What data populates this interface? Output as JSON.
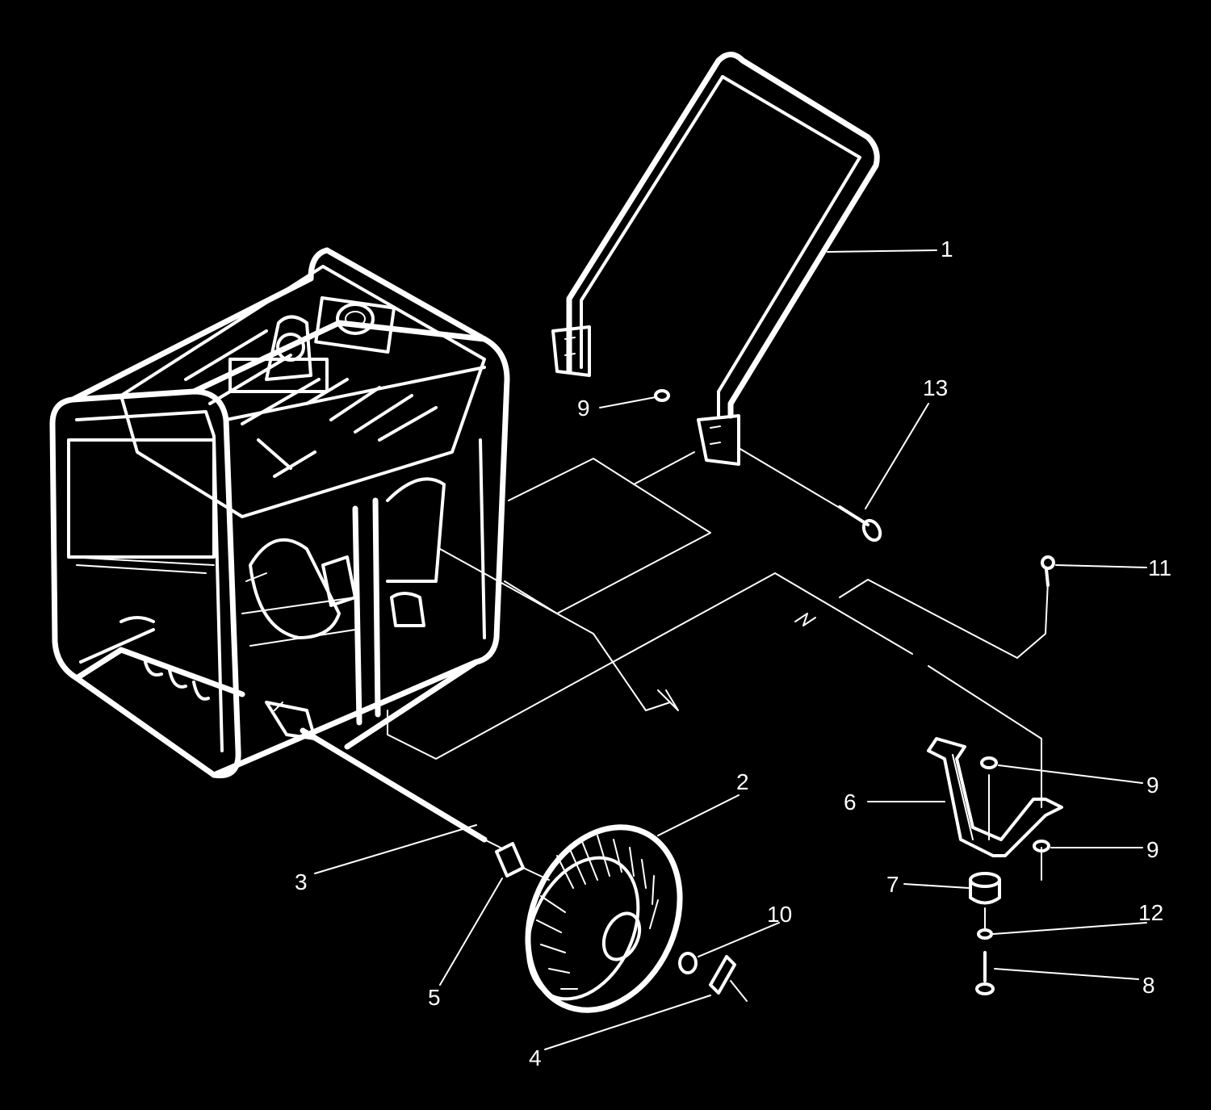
{
  "colors": {
    "background": "#000000",
    "line": "#ffffff"
  },
  "callouts": [
    {
      "id": "c1",
      "label": "1"
    },
    {
      "id": "c2",
      "label": "2"
    },
    {
      "id": "c3",
      "label": "3"
    },
    {
      "id": "c4",
      "label": "4"
    },
    {
      "id": "c5",
      "label": "5"
    },
    {
      "id": "c6",
      "label": "6"
    },
    {
      "id": "c7",
      "label": "7"
    },
    {
      "id": "c8",
      "label": "8"
    },
    {
      "id": "c9a",
      "label": "9"
    },
    {
      "id": "c9b",
      "label": "9"
    },
    {
      "id": "c9c",
      "label": "9"
    },
    {
      "id": "c10",
      "label": "10"
    },
    {
      "id": "c11",
      "label": "11"
    },
    {
      "id": "c12",
      "label": "12"
    },
    {
      "id": "c13",
      "label": "13"
    }
  ]
}
